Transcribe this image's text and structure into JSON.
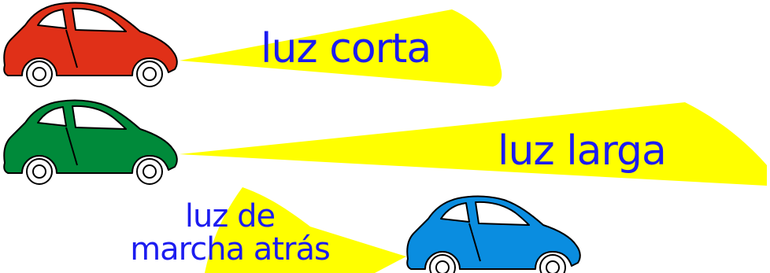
{
  "lights": [
    {
      "label": "luz corta",
      "car_color": "#e03018"
    },
    {
      "label": "luz larga",
      "car_color": "#008a3a"
    },
    {
      "label_lines": [
        "luz de",
        "marcha atrás"
      ],
      "car_color": "#0a8de0"
    }
  ],
  "colors": {
    "beam": "#ffff00",
    "text": "#1c1cf0",
    "outline": "#000000"
  },
  "icons": [
    "car-icon",
    "headlight-beam",
    "reverse-light-beam"
  ]
}
